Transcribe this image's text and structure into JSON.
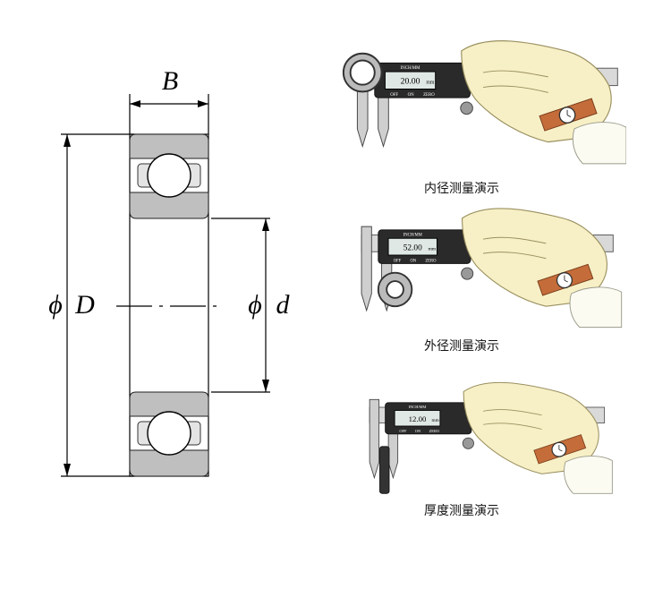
{
  "bearing": {
    "width_label": "B",
    "outer_diameter_label": "D",
    "inner_diameter_label": "d",
    "diameter_symbol": "ϕ"
  },
  "panels": [
    {
      "caption": "内径测量演示",
      "display_value": "20.00",
      "display_unit": "mm",
      "header": "INCH/MM",
      "buttons": [
        "OFF",
        "ON",
        "ZERO"
      ]
    },
    {
      "caption": "外径测量演示",
      "display_value": "52.00",
      "display_unit": "mm",
      "header": "INCH/MM",
      "buttons": [
        "OFF",
        "ON",
        "ZERO"
      ]
    },
    {
      "caption": "厚度测量演示",
      "display_value": "12.00",
      "display_unit": "mm",
      "header": "INCH/MM",
      "buttons": [
        "OFF",
        "ON",
        "ZERO"
      ]
    }
  ]
}
